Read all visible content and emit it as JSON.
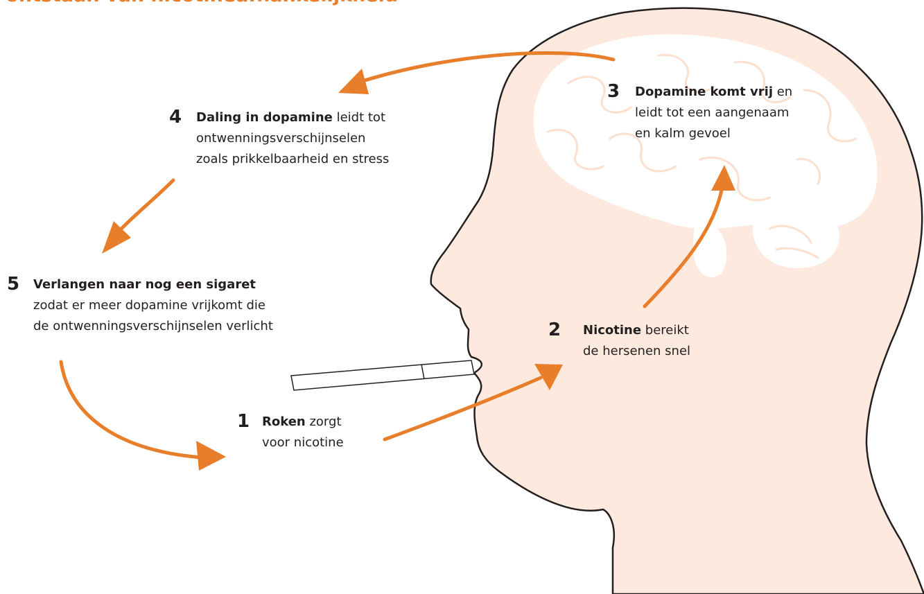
{
  "title": "t ontstaan van nicotineafhankelijkheid",
  "colors": {
    "accent": "#e87e2a",
    "skin": "#fde9dd",
    "brain": "#ffffff",
    "outline": "#231f20"
  },
  "steps": [
    {
      "number": "1",
      "bold": "Roken",
      "rest": " zorgt",
      "lines": [
        "voor nicotine"
      ]
    },
    {
      "number": "2",
      "bold": "Nicotine",
      "rest": " bereikt",
      "lines": [
        "de hersenen snel"
      ]
    },
    {
      "number": "3",
      "bold": "Dopamine komt vrij",
      "rest": " en",
      "lines": [
        "leidt tot een aangenaam",
        "en kalm gevoel"
      ]
    },
    {
      "number": "4",
      "bold": "Daling in dopamine",
      "rest": " leidt tot",
      "lines": [
        "ontwenningsverschijnselen",
        "zoals prikkelbaarheid en stress"
      ]
    },
    {
      "number": "5",
      "bold": "Verlangen naar nog een sigaret",
      "rest": "",
      "lines": [
        "zodat er meer dopamine vrijkomt die",
        "de ontwenningsverschijnselen verlicht"
      ]
    }
  ]
}
